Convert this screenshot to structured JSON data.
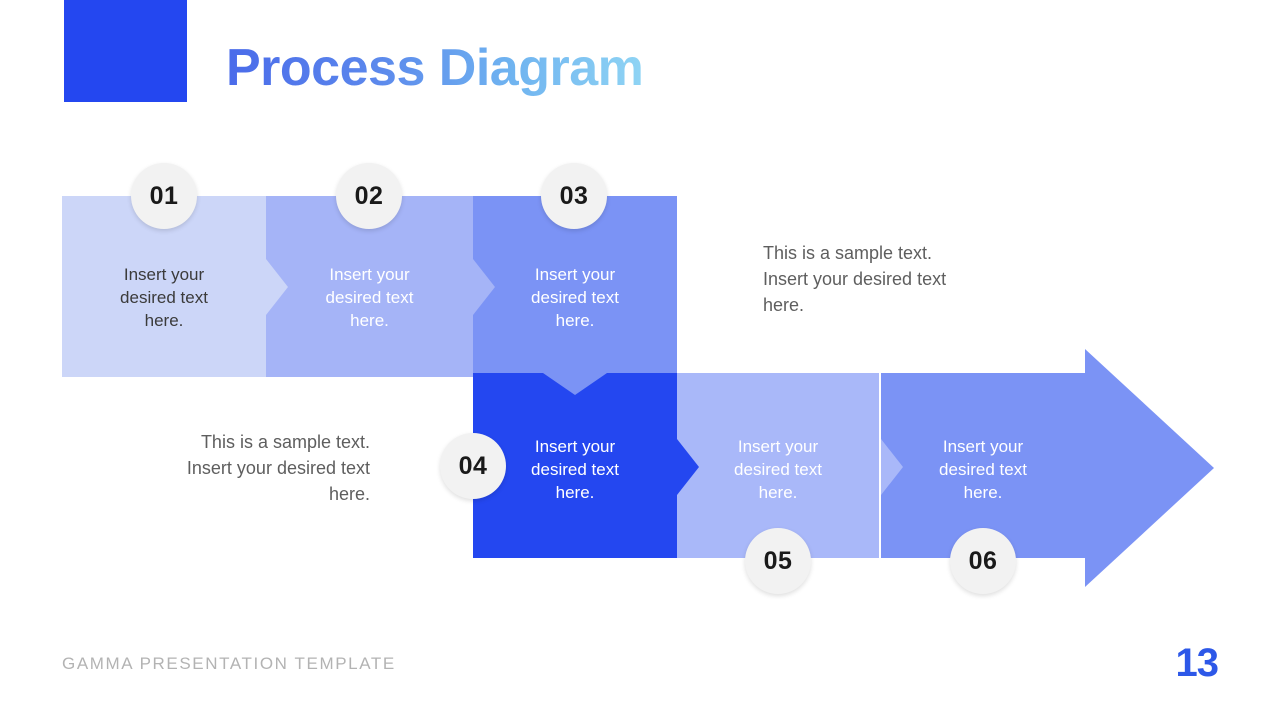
{
  "header": {
    "title": "Process Diagram",
    "logo_color": "#2447f0",
    "title_gradient_from": "#4a6bea",
    "title_gradient_to": "#8fd4f4"
  },
  "diagram": {
    "type": "process-arrow",
    "steps": [
      {
        "number": "01",
        "text": "Insert your\ndesired text\nhere.",
        "color": "#ccd6f8",
        "text_color": "#3b3b3b",
        "row": "top"
      },
      {
        "number": "02",
        "text": "Insert your\ndesired text\nhere.",
        "color": "#a5b4f7",
        "text_color": "#ffffff",
        "row": "top"
      },
      {
        "number": "03",
        "text": "Insert your\ndesired text\nhere.",
        "color": "#7b93f5",
        "text_color": "#ffffff",
        "row": "top"
      },
      {
        "number": "04",
        "text": "Insert your\ndesired text\nhere.",
        "color": "#2447f0",
        "text_color": "#ffffff",
        "row": "bottom"
      },
      {
        "number": "05",
        "text": "Insert your\ndesired text\nhere.",
        "color": "#a9b8f9",
        "text_color": "#ffffff",
        "row": "bottom"
      },
      {
        "number": "06",
        "text": "Insert your\ndesired text\nhere.",
        "color": "#7b93f5",
        "text_color": "#ffffff",
        "row": "bottom"
      }
    ],
    "badge_background": "#f2f2f2",
    "arrow_head_color": "#7b93f5"
  },
  "notes": {
    "right": "This is a sample text.\nInsert your desired text\nhere.",
    "left": "This is a sample text.\nInsert your desired text\nhere."
  },
  "footer": {
    "label": "GAMMA PRESENTATION TEMPLATE",
    "page_number": "13",
    "page_number_color": "#2d58e8"
  }
}
